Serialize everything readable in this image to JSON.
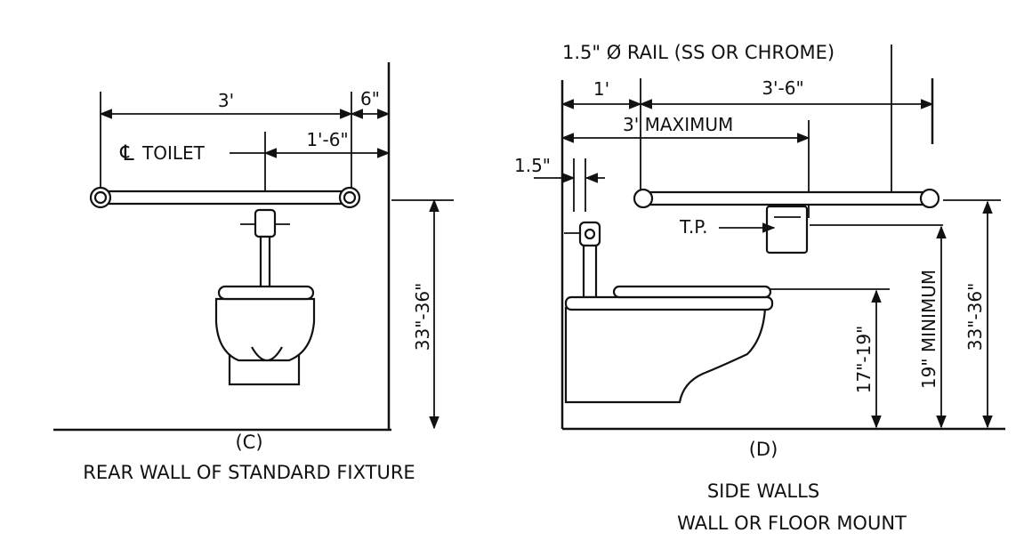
{
  "panel_c": {
    "dim_3ft": "3'",
    "dim_6in": "6\"",
    "dim_1ft6in": "1'-6\"",
    "toilet_label": "TOILET",
    "centerline_symbol": "℄",
    "height_33_36": "33\"-36\"",
    "caption_letter": "(C)",
    "caption_title": "REAR WALL OF STANDARD FIXTURE"
  },
  "panel_d": {
    "rail_note": "1.5\" Ø RAIL (SS OR CHROME)",
    "dim_1ft": "1'",
    "dim_3ft6in": "3'-6\"",
    "dim_3ft_max": "3' MAXIMUM",
    "dim_1_5in": "1.5\"",
    "tp_label": "T.P.",
    "seat_height": "17\"-19\"",
    "tp_min": "19\" MINIMUM",
    "height_33_36": "33\"-36\"",
    "caption_letter": "(D)",
    "caption_line1": "SIDE WALLS",
    "caption_line2": "WALL OR FLOOR MOUNT"
  }
}
